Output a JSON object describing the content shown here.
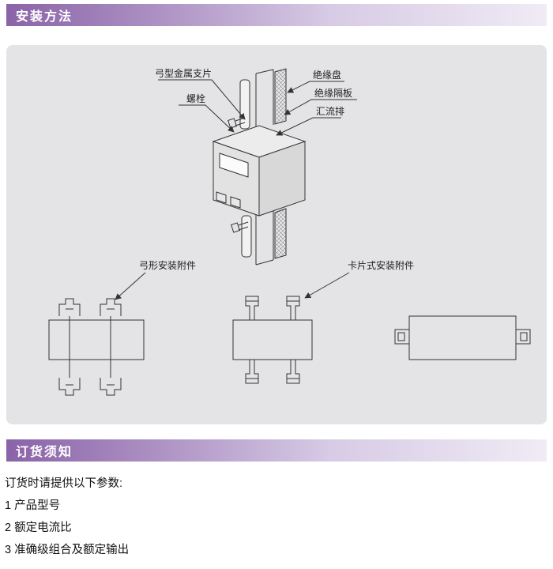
{
  "sections": {
    "installation": {
      "title": "安装方法"
    },
    "ordering": {
      "title": "订货须知"
    }
  },
  "diagram": {
    "callouts": {
      "bow_metal_clip": "弓型金属支片",
      "bolt": "螺栓",
      "insulation_disc": "绝缘盘",
      "insulation_baffle": "绝缘隔板",
      "busbar": "汇流排"
    },
    "figure_labels": {
      "bow_accessory": "弓形安装附件",
      "card_accessory": "卡片式安装附件"
    }
  },
  "ordering_notes": {
    "intro": "订货时请提供以下参数:",
    "items": [
      "1 产品型号",
      "2 额定电流比",
      "3 准确级组合及额定输出"
    ]
  },
  "colors": {
    "header_gradient_left": "#8a63a8",
    "header_gradient_right": "#f0ebf5",
    "panel_background": "#e4e3e6",
    "line_color": "#333333"
  }
}
